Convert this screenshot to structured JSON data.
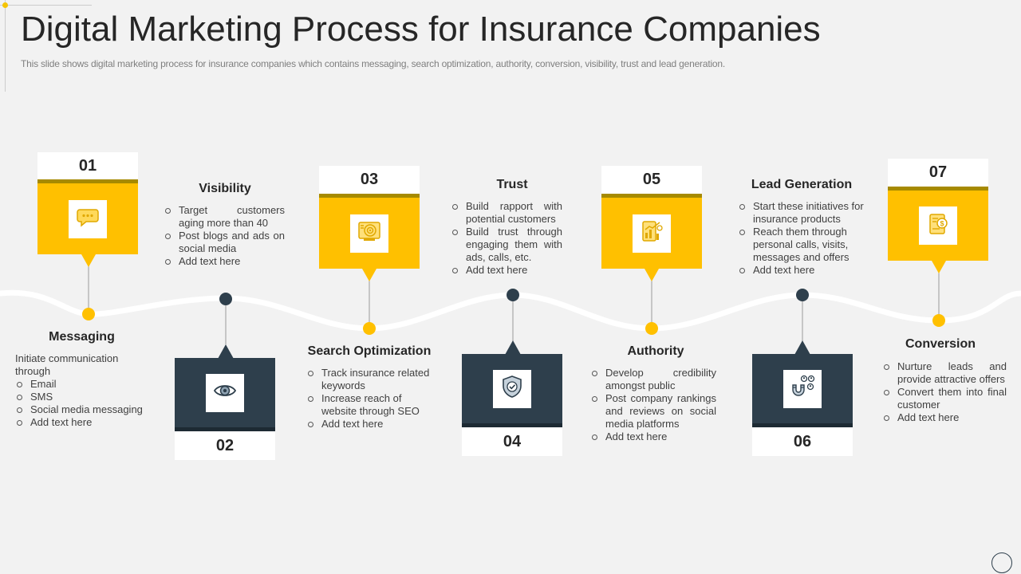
{
  "slide": {
    "title": "Digital Marketing Process for Insurance Companies",
    "subtitle": "This slide shows digital marketing process for insurance companies which contains messaging, search optimization, authority, conversion, visibility, trust and lead generation."
  },
  "colors": {
    "accent": "#ffc000",
    "dark": "#2e3f4c",
    "background": "#f2f2f2"
  },
  "steps": [
    {
      "number": "01",
      "title": "Messaging",
      "icon": "chat-bubble-icon",
      "intro": "Initiate communication through",
      "bullets": [
        "Email",
        "SMS",
        "Social media messaging",
        "Add text here"
      ]
    },
    {
      "number": "02",
      "title": "Visibility",
      "icon": "eye-icon",
      "bullets": [
        "Target customers aging more than 40",
        "Post blogs and ads on social media",
        "Add text here"
      ]
    },
    {
      "number": "03",
      "title": "Search Optimization",
      "icon": "target-chart-icon",
      "bullets": [
        "Track insurance related keywords",
        "Increase reach of website through SEO",
        "Add text here"
      ]
    },
    {
      "number": "04",
      "title": "Trust",
      "icon": "shield-check-icon",
      "bullets": [
        "Build rapport with potential customers",
        "Build trust through engaging them with ads, calls, etc.",
        "Add text here"
      ]
    },
    {
      "number": "05",
      "title": "Authority",
      "icon": "growth-chart-icon",
      "bullets": [
        "Develop credibility amongst public",
        "Post company rankings and reviews on social media platforms",
        "Add text here"
      ]
    },
    {
      "number": "06",
      "title": "Lead Generation",
      "icon": "magnet-people-icon",
      "bullets": [
        "Start these initiatives for insurance products",
        "Reach them through personal calls, visits, messages and offers",
        "Add text here"
      ]
    },
    {
      "number": "07",
      "title": "Conversion",
      "icon": "money-document-icon",
      "bullets": [
        "Nurture leads and provide attractive offers",
        "Convert them into final customer",
        "Add text here"
      ]
    }
  ]
}
